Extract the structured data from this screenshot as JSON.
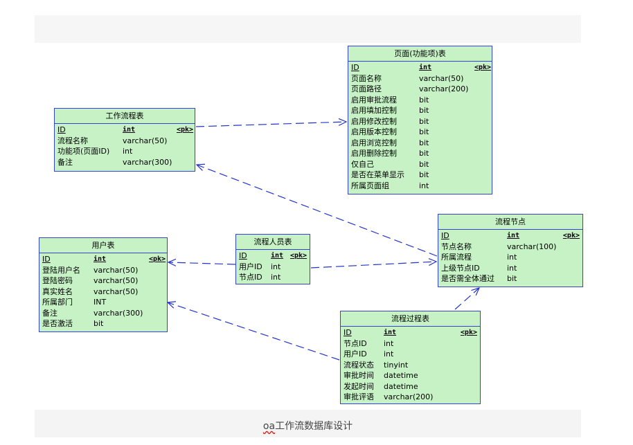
{
  "caption": {
    "prefix": "oa",
    "text": "工作流数据库设计"
  },
  "entities": {
    "page": {
      "title": "页面(功能项)表",
      "rows": [
        {
          "name": "ID",
          "type": "int",
          "key": "<pk>"
        },
        {
          "name": "页面名称",
          "type": "varchar(50)",
          "key": ""
        },
        {
          "name": "页面路径",
          "type": "varchar(200)",
          "key": ""
        },
        {
          "name": "启用审批流程",
          "type": "bit",
          "key": ""
        },
        {
          "name": "启用填加控制",
          "type": "bit",
          "key": ""
        },
        {
          "name": "启用修改控制",
          "type": "bit",
          "key": ""
        },
        {
          "name": "启用版本控制",
          "type": "bit",
          "key": ""
        },
        {
          "name": "启用浏览控制",
          "type": "bit",
          "key": ""
        },
        {
          "name": "启用删除控制",
          "type": "bit",
          "key": ""
        },
        {
          "name": "仅自己",
          "type": "bit",
          "key": ""
        },
        {
          "name": "是否在菜单显示",
          "type": "bit",
          "key": ""
        },
        {
          "name": "所属页面组",
          "type": "int",
          "key": ""
        }
      ]
    },
    "workflow": {
      "title": "工作流程表",
      "rows": [
        {
          "name": "ID",
          "type": "int",
          "key": "<pk>"
        },
        {
          "name": "流程名称",
          "type": "varchar(50)",
          "key": ""
        },
        {
          "name": "功能项(页面ID)",
          "type": "int",
          "key": ""
        },
        {
          "name": "备注",
          "type": "varchar(300)",
          "key": ""
        }
      ]
    },
    "user": {
      "title": "用户表",
      "rows": [
        {
          "name": "ID",
          "type": "int",
          "key": "<pk>"
        },
        {
          "name": "登陆用户名",
          "type": "varchar(50)",
          "key": ""
        },
        {
          "name": "登陆密码",
          "type": "varchar(50)",
          "key": ""
        },
        {
          "name": "真实姓名",
          "type": "varchar(50)",
          "key": ""
        },
        {
          "name": "所属部门",
          "type": "INT",
          "key": ""
        },
        {
          "name": "备注",
          "type": "varchar(300)",
          "key": ""
        },
        {
          "name": "是否激活",
          "type": "bit",
          "key": ""
        }
      ]
    },
    "flowuser": {
      "title": "流程人员表",
      "rows": [
        {
          "name": "ID",
          "type": "int",
          "key": "<pk>"
        },
        {
          "name": "用户ID",
          "type": "int",
          "key": ""
        },
        {
          "name": "节点ID",
          "type": "int",
          "key": ""
        }
      ]
    },
    "node": {
      "title": "流程节点",
      "rows": [
        {
          "name": "ID",
          "type": "int",
          "key": "<pk>"
        },
        {
          "name": "节点名称",
          "type": "varchar(100)",
          "key": ""
        },
        {
          "name": "所属流程",
          "type": "int",
          "key": ""
        },
        {
          "name": "上级节点ID",
          "type": "int",
          "key": ""
        },
        {
          "name": "是否需全体通过",
          "type": "bit",
          "key": ""
        }
      ]
    },
    "process": {
      "title": "流程过程表",
      "rows": [
        {
          "name": "ID",
          "type": "int",
          "key": "<pk>"
        },
        {
          "name": "节点ID",
          "type": "int",
          "key": ""
        },
        {
          "name": "用户ID",
          "type": "int",
          "key": ""
        },
        {
          "name": "流程状态",
          "type": "tinyint",
          "key": ""
        },
        {
          "name": "审批时间",
          "type": "datetime",
          "key": ""
        },
        {
          "name": "发起时间",
          "type": "datetime",
          "key": ""
        },
        {
          "name": "审批评语",
          "type": "varchar(200)",
          "key": ""
        }
      ]
    }
  }
}
